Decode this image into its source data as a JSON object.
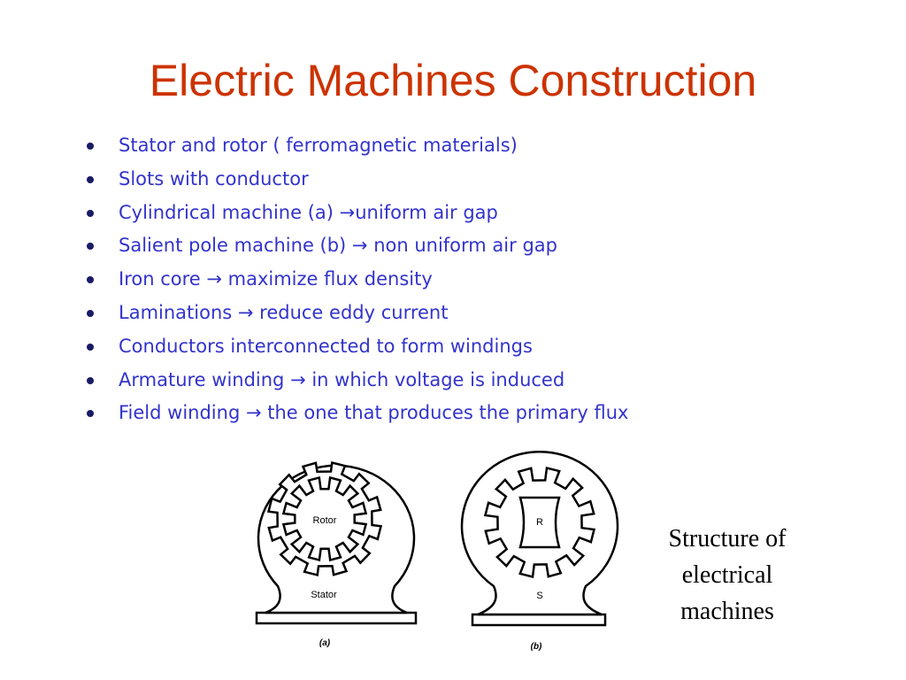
{
  "slide": {
    "title": "Electric Machines Construction",
    "bullets": [
      "Stator and rotor ( ferromagnetic materials)",
      "Slots with conductor",
      "Cylindrical machine (a) →uniform air gap",
      "Salient pole machine (b) → non uniform air gap",
      "Iron core → maximize flux density",
      "Laminations → reduce eddy current",
      "Conductors interconnected to form windings",
      "Armature winding → in which voltage is induced",
      "Field winding → the one that produces the primary flux"
    ],
    "caption_lines": [
      "Structure of",
      "electrical",
      "machines"
    ]
  },
  "figure": {
    "a": {
      "rotor_label": "Rotor",
      "stator_label": "Stator",
      "sub_label": "(a)"
    },
    "b": {
      "rotor_label": "R",
      "stator_label": "S",
      "sub_label": "(b)"
    }
  },
  "colors": {
    "title": "#cc3300",
    "bullet_text": "#3333cc",
    "bullet_dot": "#1a1a66"
  }
}
